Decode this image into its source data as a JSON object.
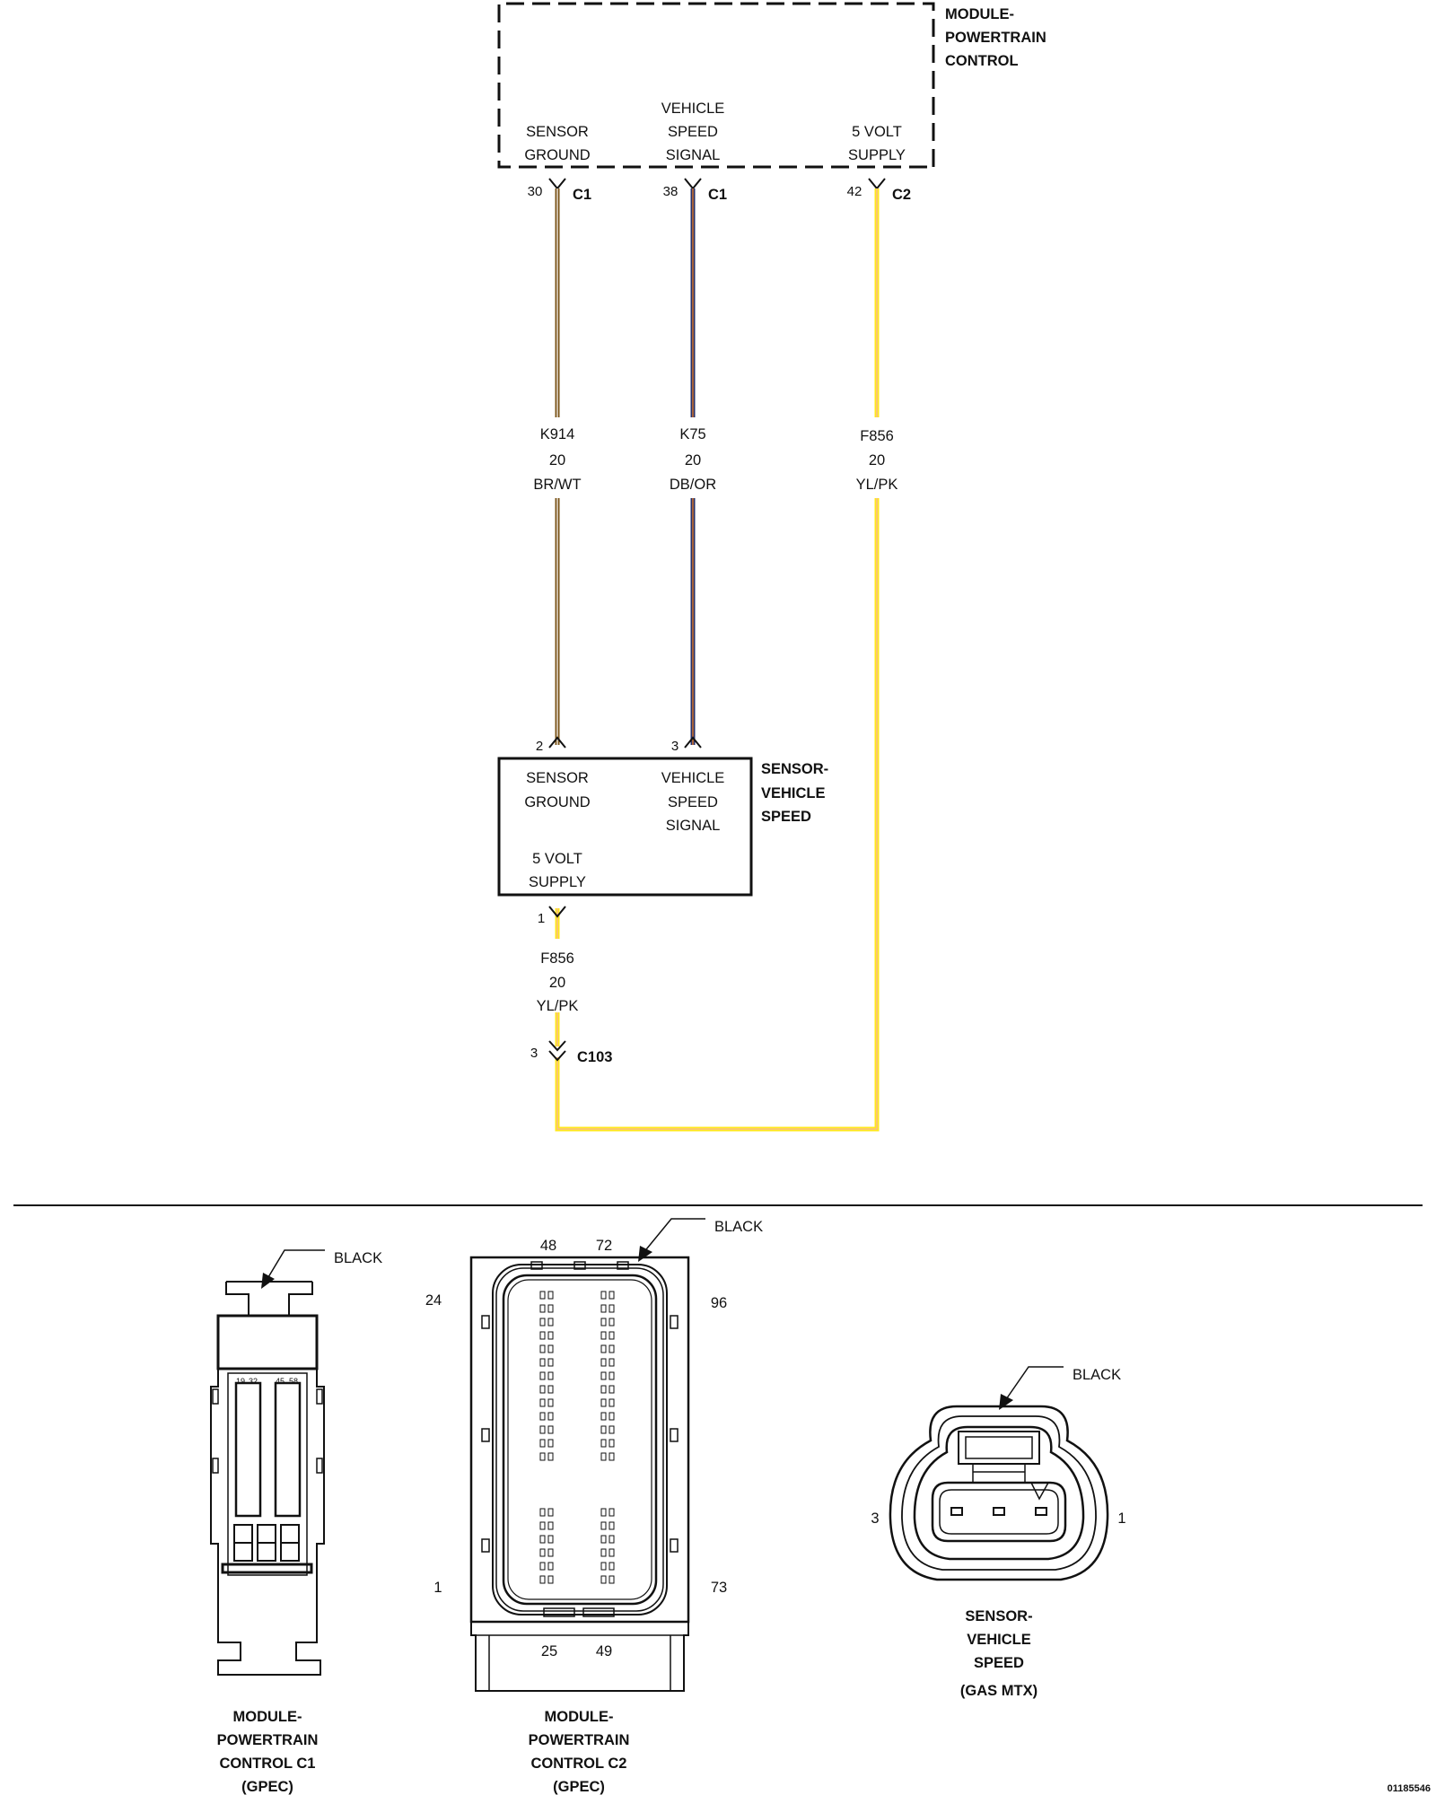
{
  "pcm": {
    "title": [
      "MODULE-",
      "POWERTRAIN",
      "CONTROL"
    ],
    "pin_labels": {
      "sensor_ground": [
        "SENSOR",
        "GROUND"
      ],
      "vehicle_speed_signal": [
        "VEHICLE",
        "SPEED",
        "SIGNAL"
      ],
      "five_volt_supply": [
        "5 VOLT",
        "SUPPLY"
      ]
    },
    "pins": {
      "ground": {
        "number": "30",
        "connector": "C1"
      },
      "signal": {
        "number": "38",
        "connector": "C1"
      },
      "supply": {
        "number": "42",
        "connector": "C2"
      }
    }
  },
  "wires": {
    "k914": {
      "circuit": "K914",
      "gauge": "20",
      "color": "BR/WT"
    },
    "k75": {
      "circuit": "K75",
      "gauge": "20",
      "color": "DB/OR"
    },
    "f856_main": {
      "circuit": "F856",
      "gauge": "20",
      "color": "YL/PK"
    },
    "f856_lower": {
      "circuit": "F856",
      "gauge": "20",
      "color": "YL/PK"
    }
  },
  "sensor": {
    "title": [
      "SENSOR-",
      "VEHICLE",
      "SPEED"
    ],
    "pin_labels": {
      "sensor_ground": [
        "SENSOR",
        "GROUND"
      ],
      "vehicle_speed_signal": [
        "VEHICLE",
        "SPEED",
        "SIGNAL"
      ],
      "five_volt_supply": [
        "5 VOLT",
        "SUPPLY"
      ]
    },
    "pins": {
      "ground": "2",
      "signal": "3",
      "supply": "1"
    }
  },
  "inline_connector": {
    "pin": "3",
    "name": "C103"
  },
  "connector_views": {
    "c1": {
      "color_label": "BLACK",
      "cavity_numbers": [
        "19",
        "32",
        "45",
        "58"
      ],
      "title": [
        "MODULE-",
        "POWERTRAIN",
        "CONTROL C1",
        "(GPEC)"
      ]
    },
    "c2": {
      "color_label": "BLACK",
      "pins": {
        "top_left": "48",
        "top_right": "72",
        "left_top": "24",
        "right_top": "96",
        "left_bottom": "1",
        "right_bottom": "73",
        "bottom_left": "25",
        "bottom_right": "49"
      },
      "title": [
        "MODULE-",
        "POWERTRAIN",
        "CONTROL C2",
        "(GPEC)"
      ]
    },
    "sensor": {
      "color_label": "BLACK",
      "pins": {
        "left": "3",
        "right": "1"
      },
      "title": [
        "SENSOR-",
        "VEHICLE",
        "SPEED",
        "(GAS MTX)"
      ]
    }
  },
  "diagram_id": "01185546",
  "colors": {
    "brown": "#7a5418",
    "white": "#ffffff",
    "dark_blue": "#26306a",
    "orange": "#e07b2a",
    "yellow": "#ffe81a",
    "pink": "#f4a8c0",
    "line": "#111111"
  }
}
